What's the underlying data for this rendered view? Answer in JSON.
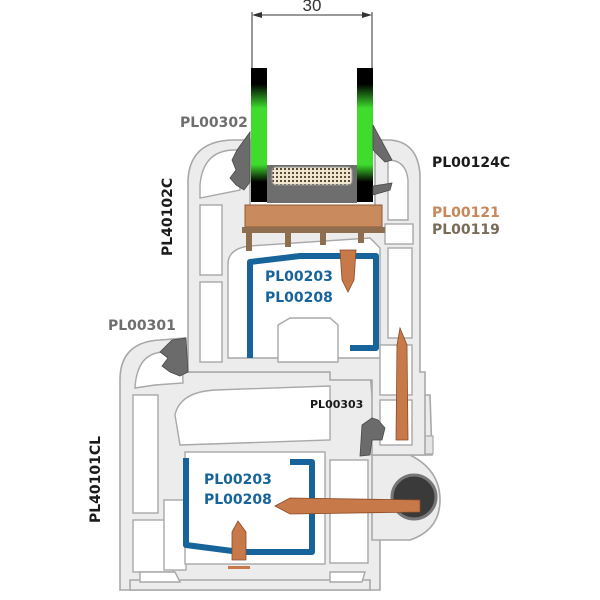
{
  "dimension": {
    "value": "30"
  },
  "labels": {
    "gasket_top_left": "PL00302",
    "gasket_top_right": "PL00124C",
    "glazing_bead": "PL00121",
    "glazing_support": "PL00119",
    "sash_profile": "PL40102C",
    "gasket_frame": "PL00301",
    "gasket_middle": "PL00303",
    "frame_profile": "PL40101CL",
    "steel_upper_a": "PL00203",
    "steel_upper_b": "PL00208",
    "steel_lower_a": "PL00203",
    "steel_lower_b": "PL00208"
  },
  "colors": {
    "label_gray": "#6e6e6e",
    "label_black": "#1a1a1a",
    "label_copper": "#c8875a",
    "label_brown": "#7a6a58",
    "steel_blue": "#17649a",
    "glass_green": "#3fdc2e",
    "bead_copper": "#c98a5e",
    "support_brown": "#8f6e4f"
  }
}
